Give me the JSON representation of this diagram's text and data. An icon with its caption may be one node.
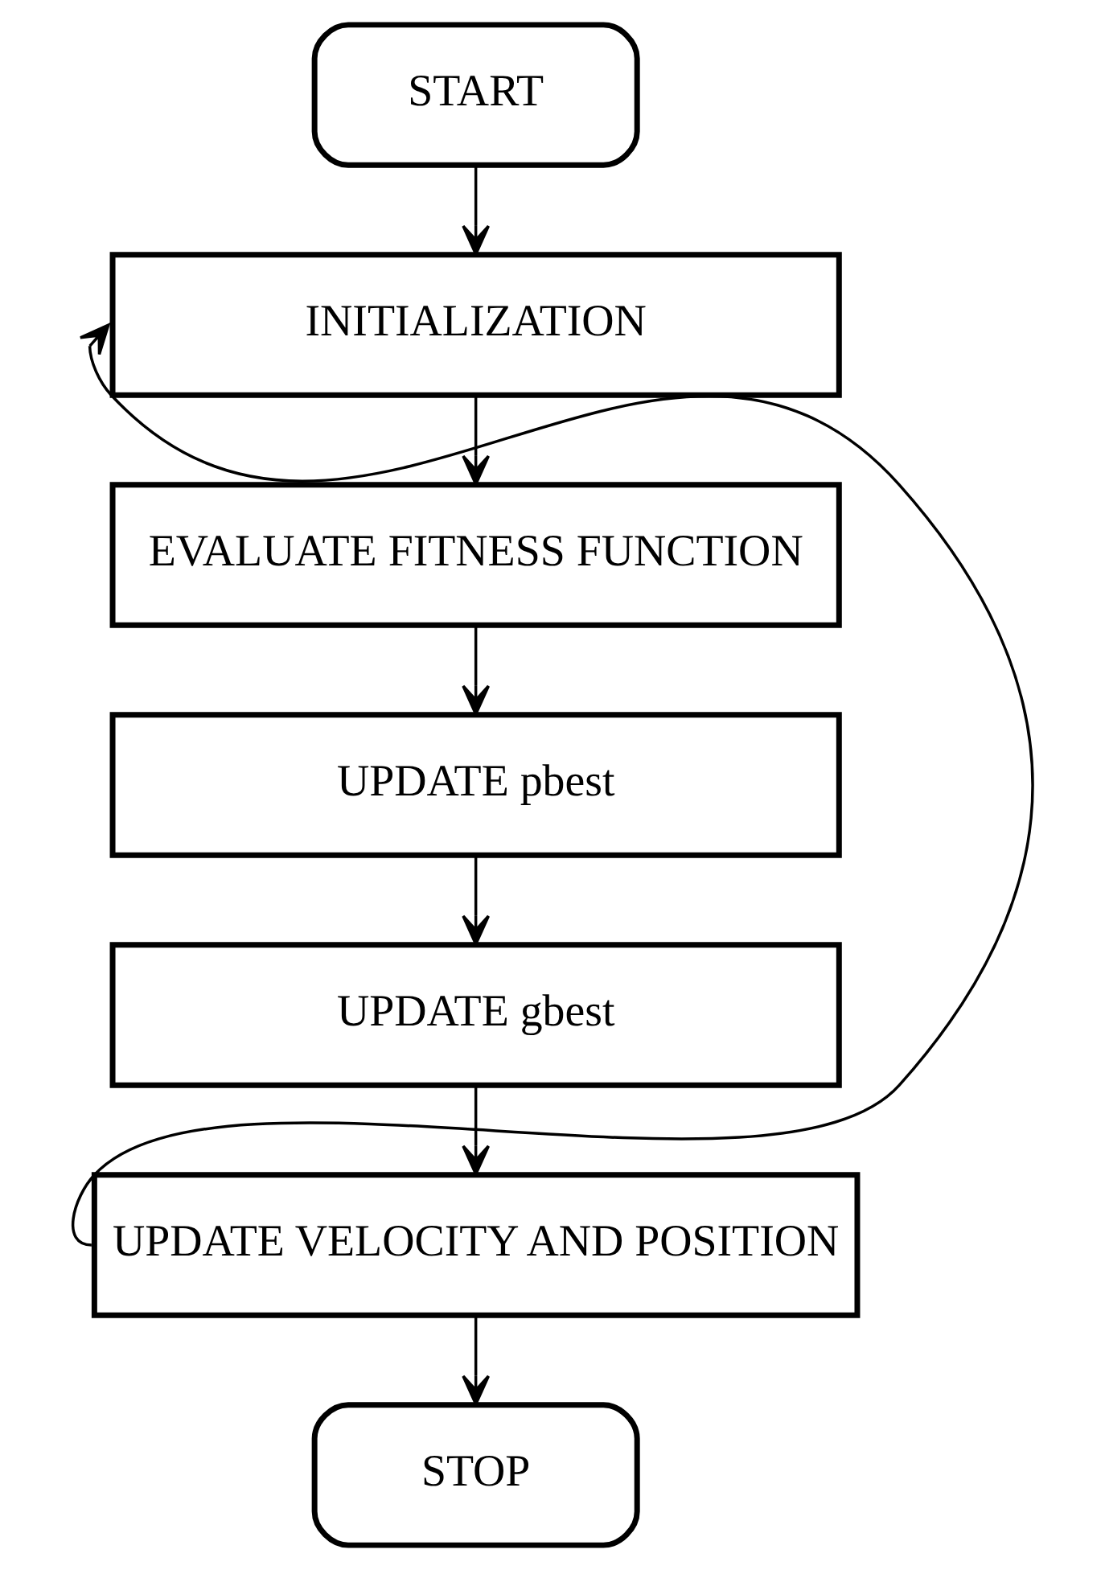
{
  "diagram": {
    "nodes": [
      {
        "text": [
          "START"
        ]
      },
      {
        "text": [
          "INITIALIZATION"
        ]
      },
      {
        "text": [
          "EVALUATE FITNESS FUNCTION"
        ]
      },
      {
        "text": [
          "UPDATE pbest"
        ]
      },
      {
        "text": [
          "UPDATE gbest"
        ]
      },
      {
        "text": [
          "UPDATE VELOCITY AND POSITION"
        ]
      },
      {
        "text": [
          "STOP"
        ]
      }
    ],
    "edges": [
      {
        "from": 0,
        "to": 1,
        "arrow": "to"
      },
      {
        "from": 1,
        "to": 2,
        "arrow": "to"
      },
      {
        "from": 2,
        "to": 3,
        "arrow": "to"
      },
      {
        "from": 3,
        "to": 4,
        "arrow": "to"
      },
      {
        "from": 4,
        "to": 5,
        "arrow": "to"
      },
      {
        "from": 5,
        "to": 6,
        "arrow": "to"
      },
      {
        "from": 5,
        "to": 1,
        "arrow": "to"
      }
    ]
  }
}
